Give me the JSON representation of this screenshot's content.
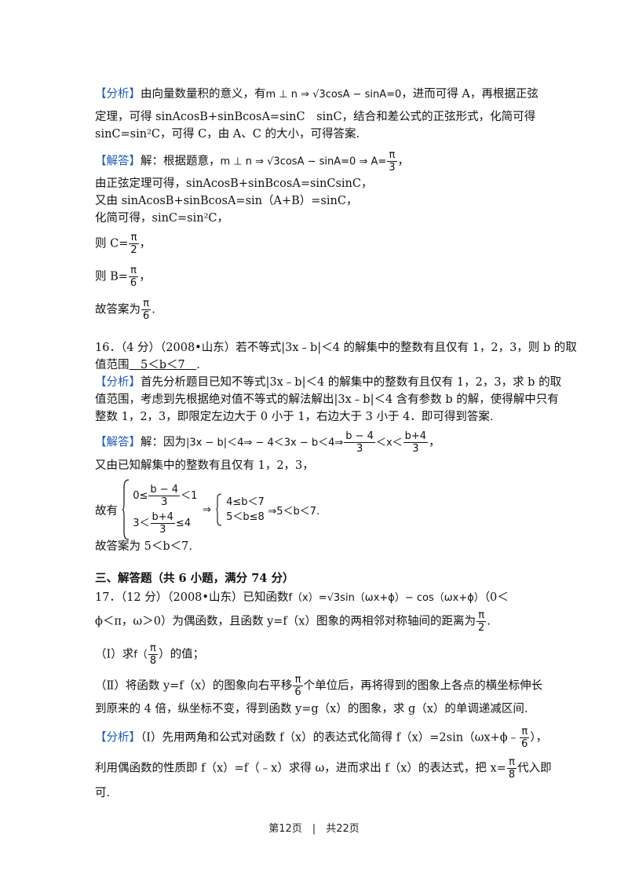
{
  "q15": {
    "analysis_tag": "【分析】",
    "a1": "由向量数量积的意义，有",
    "a1_math": "m ⊥ n ⇒ √3cosA − sinA=0",
    "a1_tail": "，进而可得 A，再根据正弦",
    "a2": "定理，可得 sinAcosB+sinBcosA=sinC　sinC，结合和差公式的正弦形式，化简可得",
    "a3": "sinC=sin²C，可得 C，由 A、C 的大小，可得答案.",
    "solution_tag": "【解答】",
    "s1": "解：根据题意，",
    "s1_math": "m ⊥ n ⇒ √3cosA − sinA=0 ⇒ A=",
    "s1_num": "π",
    "s1_den": "3",
    "s1_tail": "，",
    "s2": "由正弦定理可得，sinAcosB+sinBcosA=sinCsinC，",
    "s3": "又由 sinAcosB+sinBcosA=sin（A+B）=sinC，",
    "s4": "化简可得，sinC=sin²C，",
    "s5_pre": "则 C=",
    "s5_num": "π",
    "s5_den": "2",
    "s5_tail": "，",
    "s6_pre": "则 B=",
    "s6_num": "π",
    "s6_den": "6",
    "s6_tail": "，",
    "s7_pre": "故答案为",
    "s7_num": "π",
    "s7_den": "6",
    "s7_tail": "."
  },
  "q16": {
    "q1": "16．（4 分）（2008•山东）若不等式|3x﹣b|＜4 的解集中的整数有且仅有 1，2，3，则 b 的取",
    "q2_pre": "值范围",
    "q2_answer": "　5＜b＜7　",
    "q2_tail": ".",
    "analysis_tag": "【分析】",
    "a1": "首先分析题目已知不等式|3x﹣b|＜4 的解集中的整数有且仅有 1，2，3，求 b 的取",
    "a2": "值范围，考虑到先根据绝对值不等式的解法解出|3x﹣b|＜4 含有参数 b 的解，使得解中只有",
    "a3": "整数 1，2，3，即限定左边大于 0 小于 1，右边大于 3 小于 4．即可得到答案.",
    "solution_tag": "【解答】",
    "s1": "解：因为",
    "s1_math": "|3x − b|＜4⇒ − 4＜3x − b＜4⇒",
    "s1_n1": "b − 4",
    "s1_d1": "3",
    "s1_mid": "＜x＜",
    "s1_n2": "b+4",
    "s1_d2": "3",
    "s1_tail": "，",
    "s2": "又由已知解集中的整数有且仅有 1，2，3，",
    "s3_pre": "故有",
    "s3_r1_pre": "0≤",
    "s3_r1_num": "b − 4",
    "s3_r1_den": "3",
    "s3_r1_post": "＜1",
    "s3_r2_pre": "3＜",
    "s3_r2_num": "b+4",
    "s3_r2_den": "3",
    "s3_r2_post": "≤4",
    "s3_arrow": "⇒",
    "s3_b1": "4≤b＜7",
    "s3_b2": "5＜b≤8",
    "s3_result": "⇒5＜b＜7.",
    "s4": "故答案为 5＜b＜7."
  },
  "section3": {
    "title": "三、解答题（共 6 小题，满分 74 分）"
  },
  "q17": {
    "q1_pre": "17．（12 分）（2008•山东）已知函数",
    "q1_math": "f（x）=√3sin（ωx+ϕ）− cos（ωx+ϕ）",
    "q1_tail": "（0＜",
    "q2_pre": "ϕ＜π，ω＞0）为偶函数，且函数 y=f（x）图象的两相邻对称轴间的距离为",
    "q2_num": "π",
    "q2_den": "2",
    "q2_tail": ".",
    "p1_pre": "（Ⅰ）求",
    "p1_f": "f（",
    "p1_num": "π",
    "p1_den": "8",
    "p1_tail": "）的值；",
    "p2_pre": "（Ⅱ）将函数 y=f（x）的图象向右平移",
    "p2_num": "π",
    "p2_den": "6",
    "p2_tail": "个单位后，再将得到的图象上各点的横坐标伸长",
    "p3": "到原来的 4 倍，纵坐标不变，得到函数 y=g（x）的图象，求 g（x）的单调递减区间.",
    "analysis_tag": "【分析】",
    "a1_pre": "（Ⅰ）先用两角和公式对函数 f（x）的表达式化简得 f（x）=2sin（ωx+ϕ﹣",
    "a1_num": "π",
    "a1_den": "6",
    "a1_tail": "），",
    "a2_pre": "利用偶函数的性质即 f（x）=f（﹣x）求得 ω，进而求出 f（x）的表达式，把 x=",
    "a2_num": "π",
    "a2_den": "8",
    "a2_tail": "代入即",
    "a3": "可."
  },
  "footer": {
    "text": "第12页　|　共22页"
  }
}
